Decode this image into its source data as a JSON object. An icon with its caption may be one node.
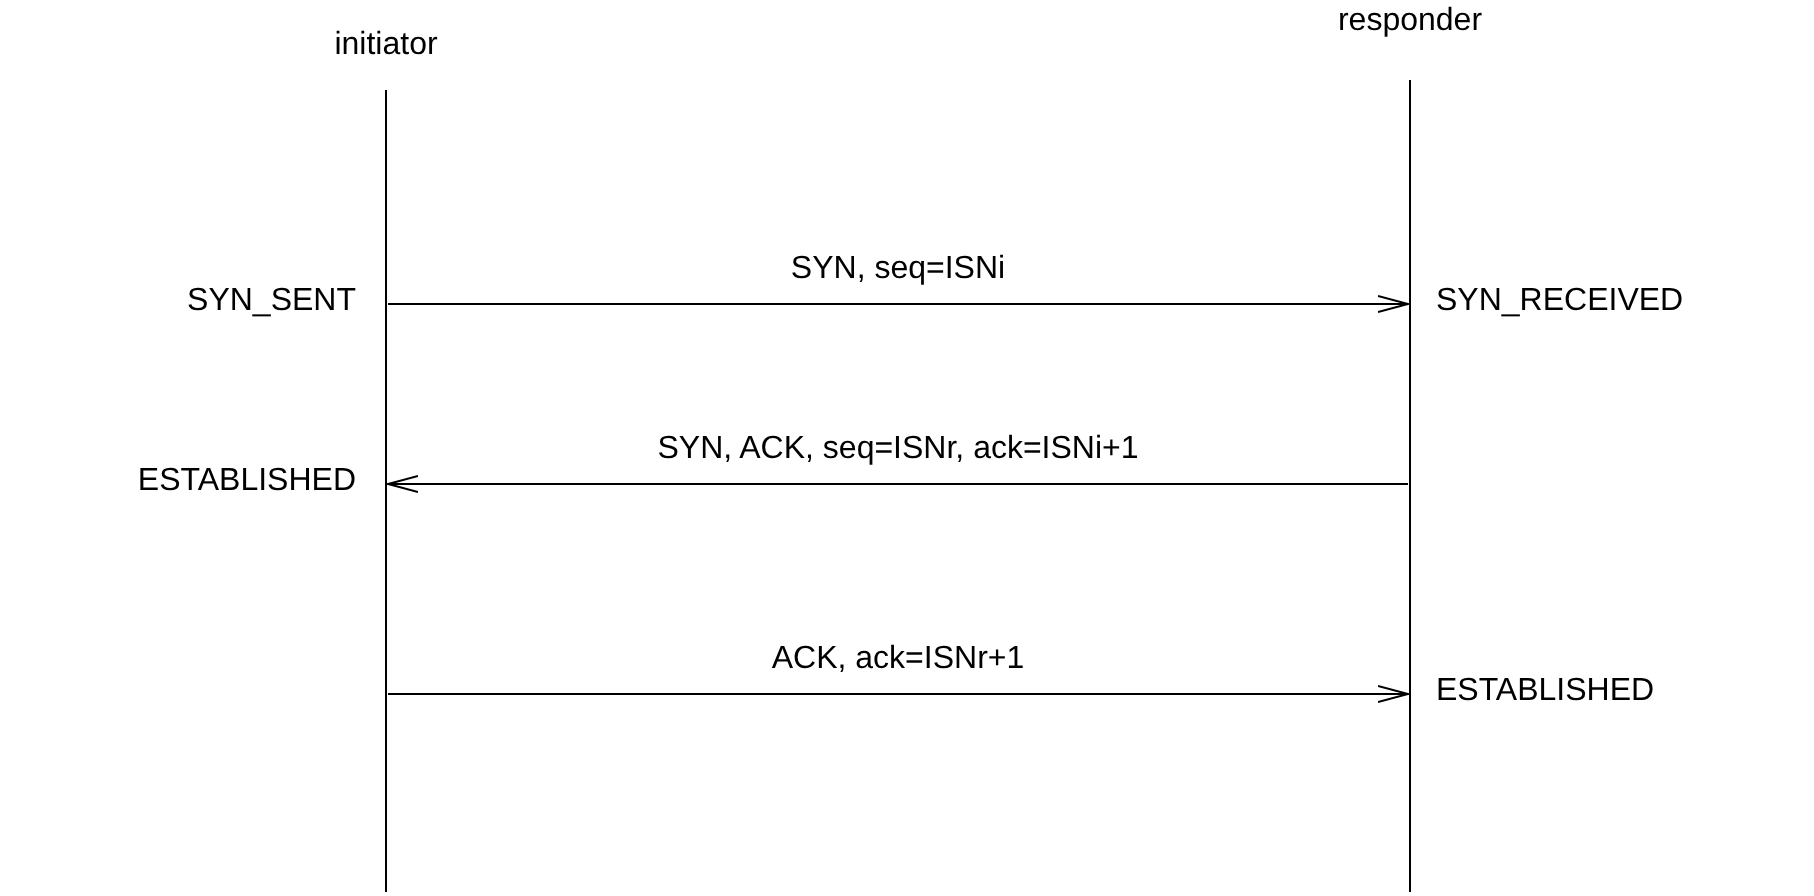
{
  "diagram": {
    "nodes": [
      {
        "text": [
          "initiator"
        ]
      },
      {
        "text": [
          "responder"
        ]
      }
    ],
    "edges": [
      {
        "from": 0,
        "to": 1,
        "arrow": "to",
        "label": "SYN, seq=ISNi"
      },
      {
        "from": 1,
        "to": 0,
        "arrow": "to",
        "label": "SYN, ACK, seq=ISNr, ack=ISNi+1"
      },
      {
        "from": 0,
        "to": 1,
        "arrow": "to",
        "label": "ACK, ack=ISNr+1"
      }
    ],
    "labels": [
      "SYN_SENT",
      "SYN_RECEIVED",
      "ESTABLISHED",
      "ESTABLISHED"
    ]
  }
}
